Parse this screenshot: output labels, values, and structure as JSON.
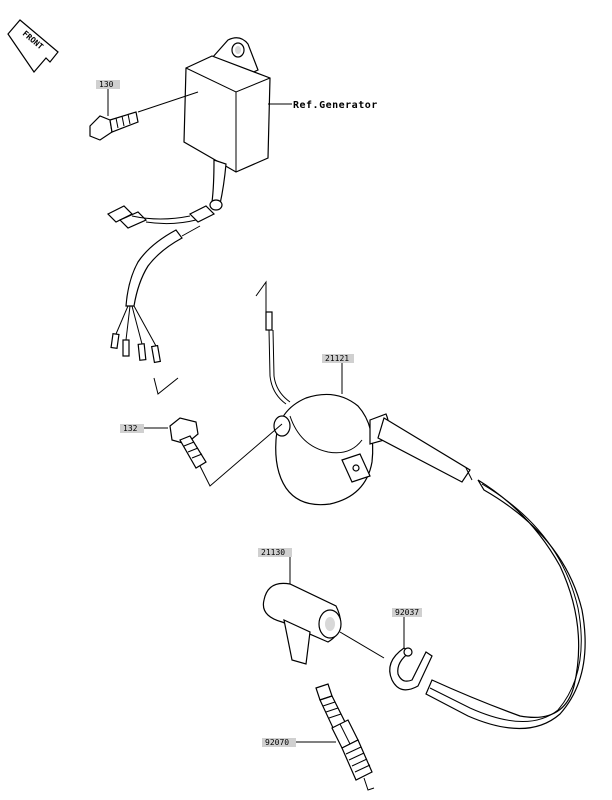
{
  "front_label": "FRONT",
  "reference": {
    "text": "Ref.Generator"
  },
  "parts": [
    {
      "number": "130"
    },
    {
      "number": "132"
    },
    {
      "number": "21121"
    },
    {
      "number": "21130"
    },
    {
      "number": "92037"
    },
    {
      "number": "92070"
    }
  ]
}
